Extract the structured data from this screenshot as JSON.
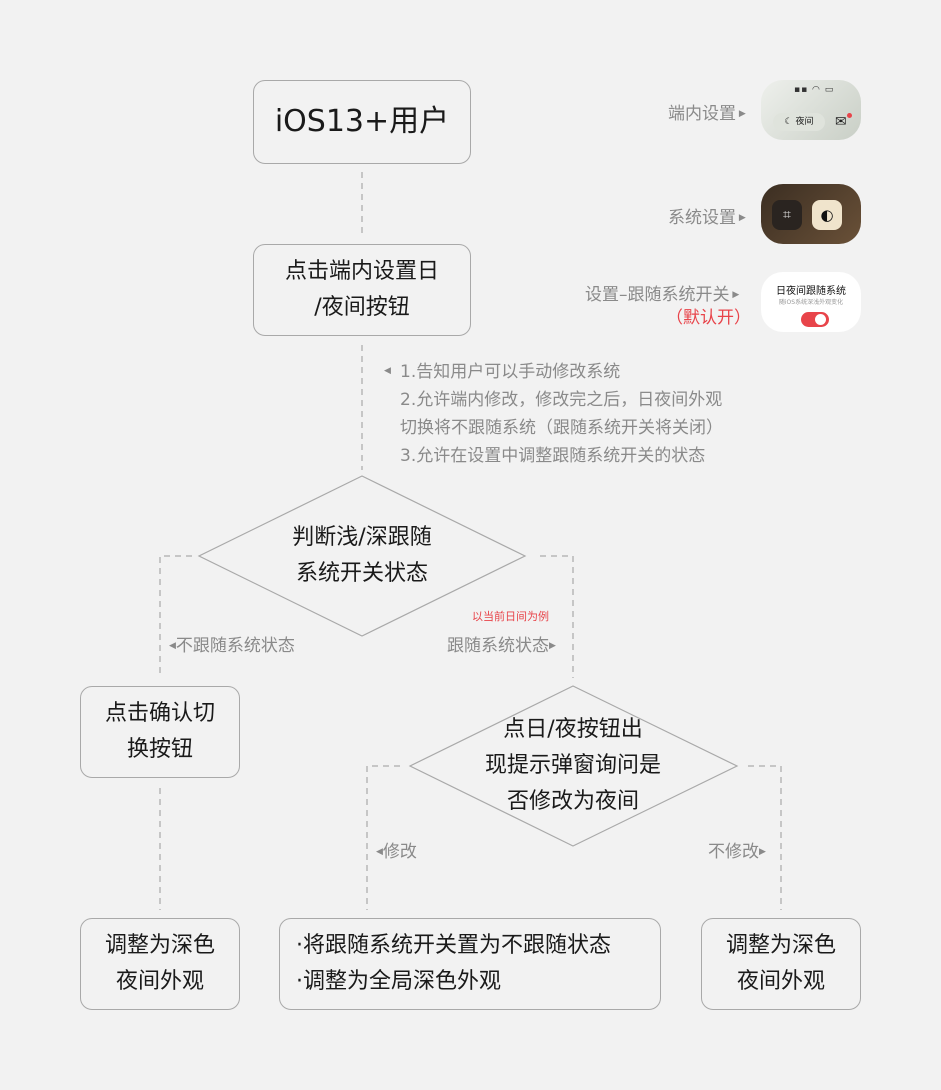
{
  "nodes": {
    "start": "iOS13+用户",
    "tap_line1": "点击端内设置日",
    "tap_line2": "/夜间按钮",
    "decision1_line1": "判断浅/深跟随",
    "decision1_line2": "系统开关状态",
    "confirm_line1": "点击确认切",
    "confirm_line2": "换按钮",
    "decision2_line1": "点日/夜按钮出",
    "decision2_line2": "现提示弹窗询问是",
    "decision2_line3": "否修改为夜间",
    "result_left_line1": "调整为深色",
    "result_left_line2": "夜间外观",
    "result_mid_line1": "·将跟随系统开关置为不跟随状态",
    "result_mid_line2": "·调整为全局深色外观",
    "result_right_line1": "调整为深色",
    "result_right_line2": "夜间外观"
  },
  "notes": {
    "line1": "1.告知用户可以手动修改系统",
    "line2": "2.允许端内修改，修改完之后，日夜间外观",
    "line3": "切换将不跟随系统（跟随系统开关将关闭）",
    "line4": "3.允许在设置中调整跟随系统开关的状态"
  },
  "labels": {
    "not_follow": "不跟随系统状态",
    "follow": "跟随系统状态",
    "example": "以当前日间为例",
    "modify": "修改",
    "not_modify": "不修改"
  },
  "side": {
    "in_app": "端内设置",
    "system": "系统设置",
    "follow_switch": "设置–跟随系统开关",
    "default_on": "（默认开）"
  },
  "thumbs": {
    "night_chip": "夜间",
    "switch_title": "日夜间跟随系统",
    "switch_sub": "随iOS系统深浅外观变化"
  },
  "colors": {
    "accent_red": "#e8444a",
    "border": "#a9a9a9",
    "muted": "#8a8a8a"
  }
}
